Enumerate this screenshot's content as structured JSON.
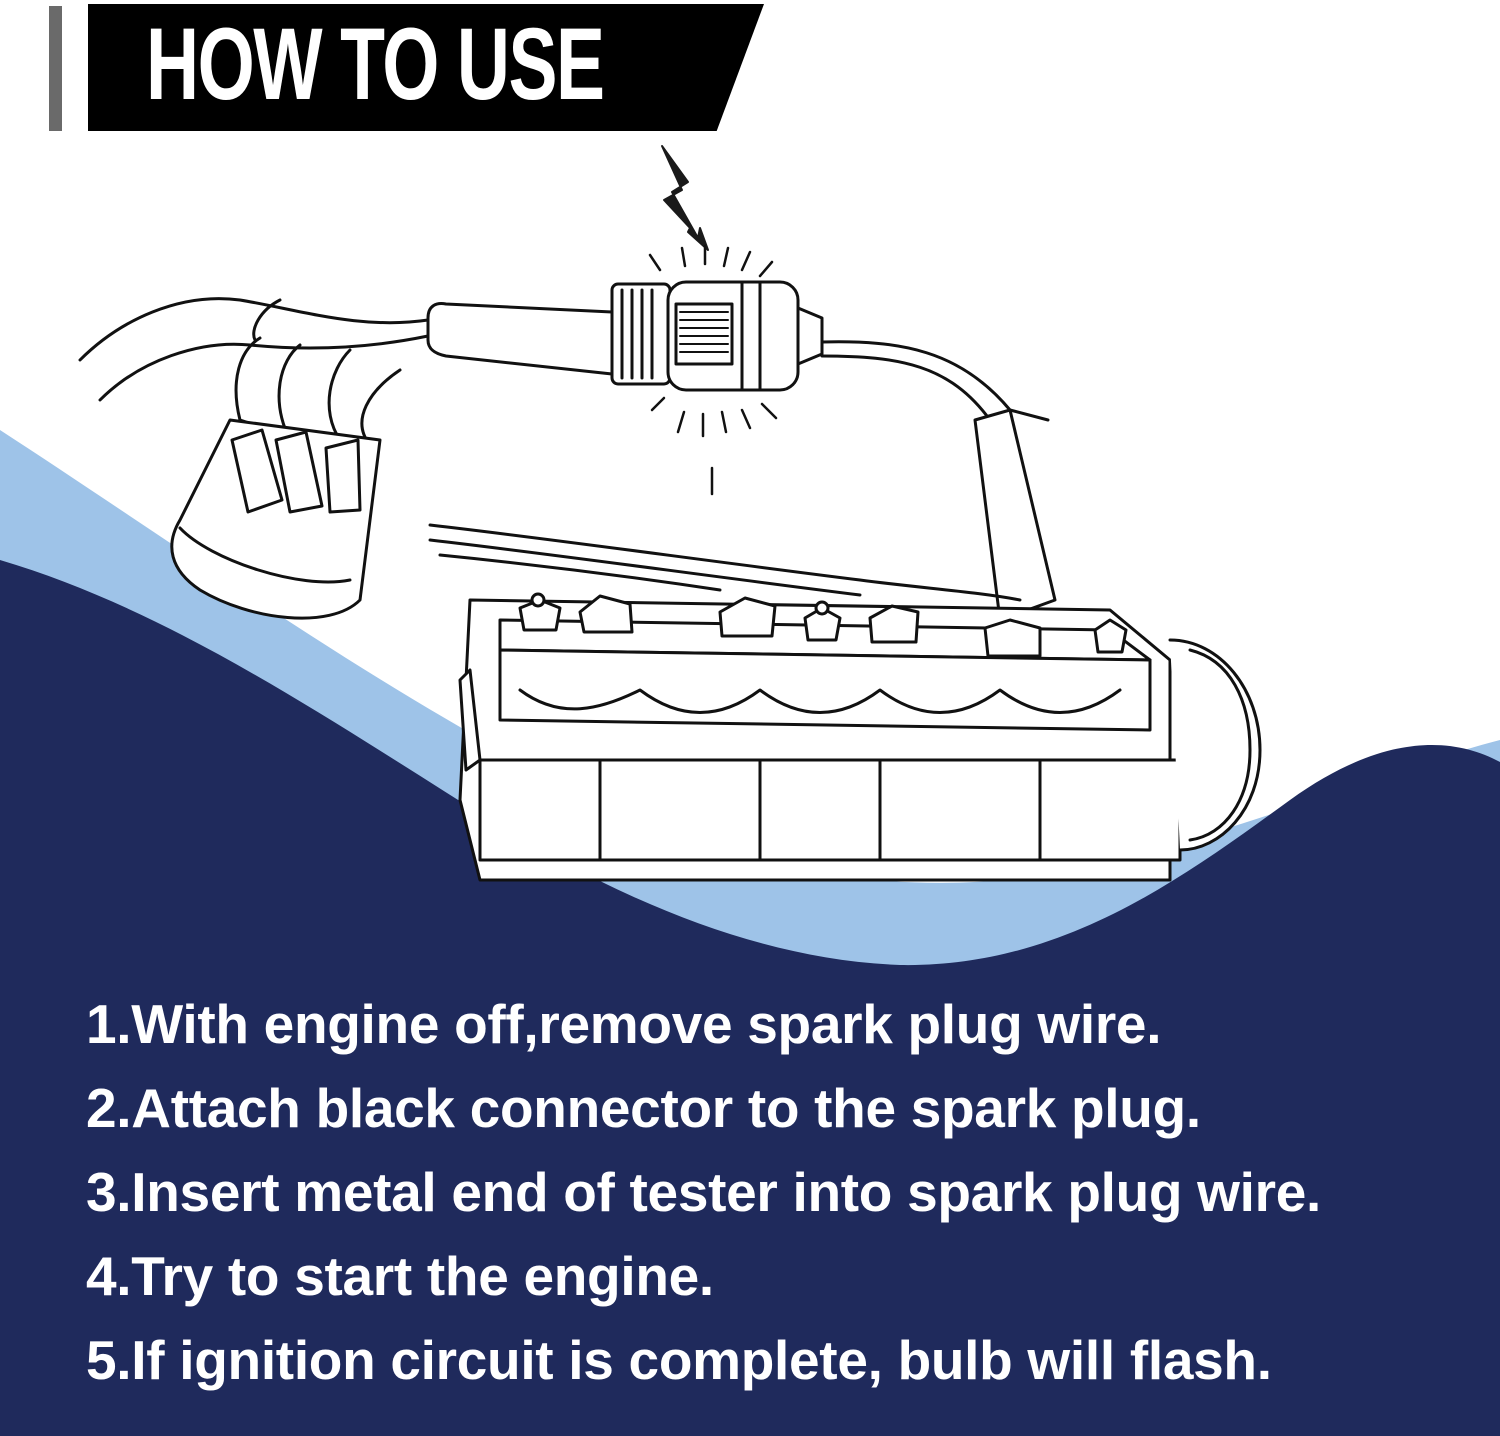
{
  "header": {
    "title": "HOW TO USE"
  },
  "illustration": {
    "subject": "spark-tester-on-engine",
    "icons": [
      "lightning-bolt-icon",
      "spark-tester-icon",
      "engine-block-icon",
      "distributor-cap-icon"
    ]
  },
  "instructions": {
    "steps": [
      "1.With engine off,remove spark plug wire.",
      "2.Attach black connector to the spark plug.",
      "3.Insert metal end of tester into spark plug wire.",
      "4.Try to start the engine.",
      "5.If ignition circuit is complete, bulb will flash."
    ]
  },
  "colors": {
    "navy": "#1f2a5c",
    "light_blue": "#9ec3e8",
    "banner": "#000000",
    "accent_bar": "#6a6a6a",
    "text": "#ffffff"
  }
}
